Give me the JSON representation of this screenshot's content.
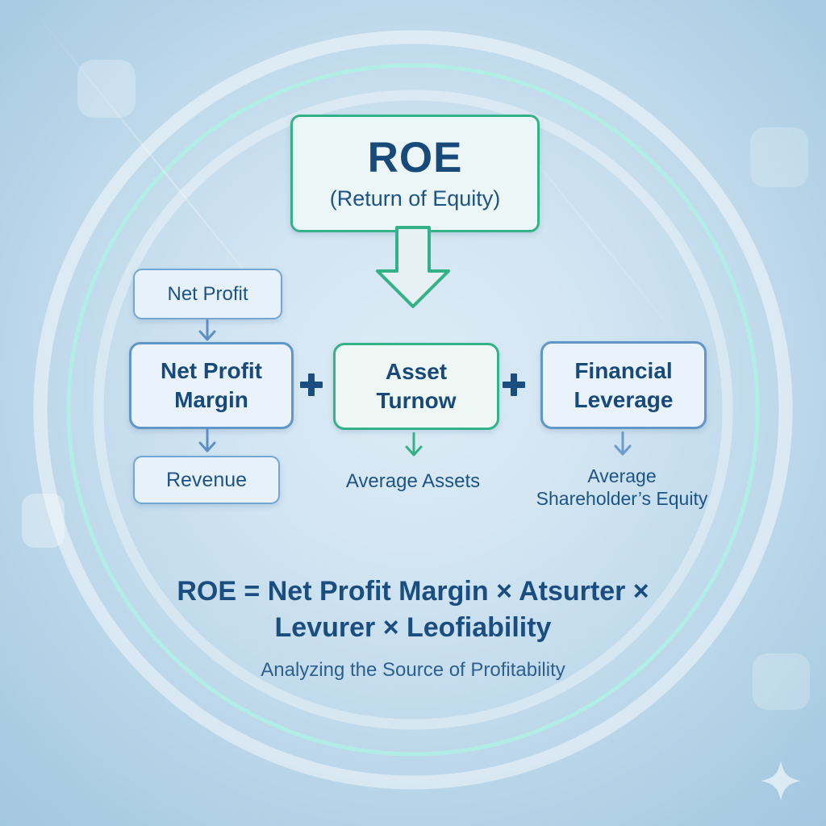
{
  "header": {
    "title": "ROE",
    "subtitle": "(Return of Equity)"
  },
  "left_column": {
    "top_box": "Net Profit",
    "main_line1": "Net Profit",
    "main_line2": "Margin",
    "bottom_box": "Revenue"
  },
  "middle_column": {
    "main_line1": "Asset",
    "main_line2": "Turnow",
    "bottom_label": "Average Assets"
  },
  "right_column": {
    "main_line1": "Financial",
    "main_line2": "Leverage",
    "bottom_line1": "Average",
    "bottom_line2": "Shareholder’s Equity"
  },
  "operators": {
    "plus1": "+",
    "plus2": "+"
  },
  "formula": {
    "line1": "ROE = Net Profit Margin × Atsurter ×",
    "line2": "Levurer × Leofiability"
  },
  "caption": "Analyzing the Source of Profitability",
  "colors": {
    "accent_green": "#34b287",
    "accent_blue": "#6096c8",
    "text_navy": "#1b4e80",
    "circle_cyan": "#aff0e6"
  }
}
